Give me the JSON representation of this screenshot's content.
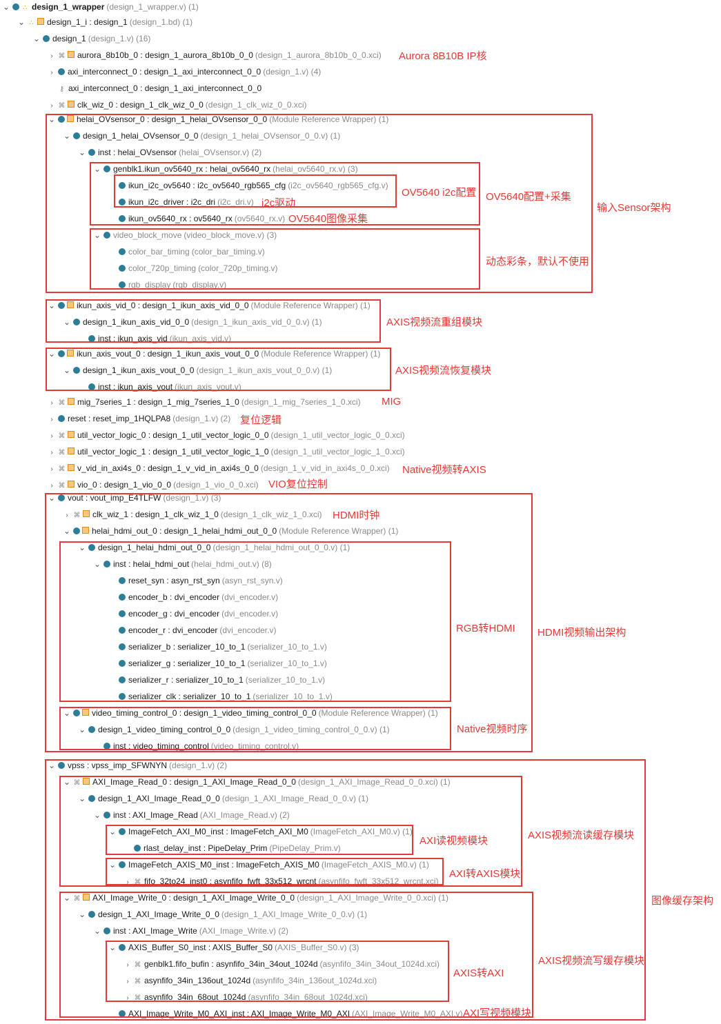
{
  "annotation_color": "#e53935",
  "icon_color": "#2e7d97",
  "rows": [
    {
      "i": 0,
      "exp": true,
      "ico": [
        "dot",
        "bd"
      ],
      "name": "design_1_wrapper",
      "src": "(design_1_wrapper.v) (1)",
      "bold": true
    },
    {
      "i": 1,
      "exp": true,
      "ico": [
        "bd",
        "sq"
      ],
      "name": "design_1_i : design_1",
      "src": "(design_1.bd) (1)"
    },
    {
      "i": 2,
      "exp": true,
      "ico": [
        "dot"
      ],
      "name": "design_1",
      "src": "(design_1.v) (16)"
    },
    {
      "i": 3,
      "exp": false,
      "ico": [
        "ip",
        "sq"
      ],
      "name": "aurora_8b10b_0 : design_1_aurora_8b10b_0_0",
      "src": "(design_1_aurora_8b10b_0_0.xci)"
    },
    {
      "i": 3,
      "exp": false,
      "ico": [
        "dot"
      ],
      "name": "axi_interconnect_0 : design_1_axi_interconnect_0_0",
      "src": "(design_1.v) (4)"
    },
    {
      "i": 3,
      "exp": null,
      "ico": [
        "key"
      ],
      "name": "axi_interconnect_0 : design_1_axi_interconnect_0_0",
      "src": ""
    },
    {
      "i": 3,
      "exp": false,
      "ico": [
        "ip",
        "sq"
      ],
      "name": "clk_wiz_0 : design_1_clk_wiz_0_0",
      "src": "(design_1_clk_wiz_0_0.xci)"
    },
    {
      "i": 3,
      "exp": true,
      "ico": [
        "dot",
        "sq"
      ],
      "name": "helai_OVsensor_0 : design_1_helai_OVsensor_0_0",
      "src": "(Module Reference Wrapper) (1)"
    },
    {
      "i": 4,
      "exp": true,
      "ico": [
        "dot"
      ],
      "name": "design_1_helai_OVsensor_0_0",
      "src": "(design_1_helai_OVsensor_0_0.v) (1)"
    },
    {
      "i": 5,
      "exp": true,
      "ico": [
        "dot"
      ],
      "name": "inst : helai_OVsensor",
      "src": "(helai_OVsensor.v) (2)"
    },
    {
      "i": 6,
      "exp": true,
      "ico": [
        "dot"
      ],
      "name": "genblk1.ikun_ov5640_rx : helai_ov5640_rx",
      "src": "(helai_ov5640_rx.v) (3)"
    },
    {
      "i": 7,
      "exp": null,
      "ico": [
        "dot"
      ],
      "name": "ikun_i2c_ov5640 : i2c_ov5640_rgb565_cfg",
      "src": "(i2c_ov5640_rgb565_cfg.v)"
    },
    {
      "i": 7,
      "exp": null,
      "ico": [
        "dot"
      ],
      "name": "ikun_i2c_driver : i2c_dri",
      "src": "(i2c_dri.v)"
    },
    {
      "i": 7,
      "exp": null,
      "ico": [
        "dot"
      ],
      "name": "ikun_ov5640_rx : ov5640_rx",
      "src": "(ov5640_rx.v)"
    },
    {
      "i": 6,
      "exp": true,
      "ico": [
        "dot"
      ],
      "name": "video_block_move",
      "src": "(video_block_move.v) (3)",
      "dim": true
    },
    {
      "i": 7,
      "exp": null,
      "ico": [
        "dot"
      ],
      "name": "color_bar_timing",
      "src": "(color_bar_timing.v)",
      "dim": true
    },
    {
      "i": 7,
      "exp": null,
      "ico": [
        "dot"
      ],
      "name": "color_720p_timing",
      "src": "(color_720p_timing.v)",
      "dim": true
    },
    {
      "i": 7,
      "exp": null,
      "ico": [
        "dot"
      ],
      "name": "rgb_display",
      "src": "(rgb_display.v)",
      "dim": true
    },
    {
      "i": 3,
      "exp": true,
      "ico": [
        "dot",
        "sq"
      ],
      "name": "ikun_axis_vid_0 : design_1_ikun_axis_vid_0_0",
      "src": "(Module Reference Wrapper) (1)"
    },
    {
      "i": 4,
      "exp": true,
      "ico": [
        "dot"
      ],
      "name": "design_1_ikun_axis_vid_0_0",
      "src": "(design_1_ikun_axis_vid_0_0.v) (1)"
    },
    {
      "i": 5,
      "exp": null,
      "ico": [
        "dot"
      ],
      "name": "inst : ikun_axis_vid",
      "src": "(ikun_axis_vid.v)"
    },
    {
      "i": 3,
      "exp": true,
      "ico": [
        "dot",
        "sq"
      ],
      "name": "ikun_axis_vout_0 : design_1_ikun_axis_vout_0_0",
      "src": "(Module Reference Wrapper) (1)"
    },
    {
      "i": 4,
      "exp": true,
      "ico": [
        "dot"
      ],
      "name": "design_1_ikun_axis_vout_0_0",
      "src": "(design_1_ikun_axis_vout_0_0.v) (1)"
    },
    {
      "i": 5,
      "exp": null,
      "ico": [
        "dot"
      ],
      "name": "inst : ikun_axis_vout",
      "src": "(ikun_axis_vout.v)"
    },
    {
      "i": 3,
      "exp": false,
      "ico": [
        "ip",
        "sq"
      ],
      "name": "mig_7series_1 : design_1_mig_7series_1_0",
      "src": "(design_1_mig_7series_1_0.xci)"
    },
    {
      "i": 3,
      "exp": false,
      "ico": [
        "dot"
      ],
      "name": "reset : reset_imp_1HQLPA8",
      "src": "(design_1.v) (2)"
    },
    {
      "i": 3,
      "exp": false,
      "ico": [
        "ip",
        "sq"
      ],
      "name": "util_vector_logic_0 : design_1_util_vector_logic_0_0",
      "src": "(design_1_util_vector_logic_0_0.xci)"
    },
    {
      "i": 3,
      "exp": false,
      "ico": [
        "ip",
        "sq"
      ],
      "name": "util_vector_logic_1 : design_1_util_vector_logic_1_0",
      "src": "(design_1_util_vector_logic_1_0.xci)"
    },
    {
      "i": 3,
      "exp": false,
      "ico": [
        "ip",
        "sq"
      ],
      "name": "v_vid_in_axi4s_0 : design_1_v_vid_in_axi4s_0_0",
      "src": "(design_1_v_vid_in_axi4s_0_0.xci)"
    },
    {
      "i": 3,
      "exp": false,
      "ico": [
        "ip",
        "sq"
      ],
      "name": "vio_0 : design_1_vio_0_0",
      "src": "(design_1_vio_0_0.xci)"
    },
    {
      "i": 3,
      "exp": true,
      "ico": [
        "dot"
      ],
      "name": "vout : vout_imp_E4TLFW",
      "src": "(design_1.v) (3)"
    },
    {
      "i": 4,
      "exp": false,
      "ico": [
        "ip",
        "sq"
      ],
      "name": "clk_wiz_1 : design_1_clk_wiz_1_0",
      "src": "(design_1_clk_wiz_1_0.xci)"
    },
    {
      "i": 4,
      "exp": true,
      "ico": [
        "dot",
        "sq"
      ],
      "name": "helai_hdmi_out_0 : design_1_helai_hdmi_out_0_0",
      "src": "(Module Reference Wrapper) (1)"
    },
    {
      "i": 5,
      "exp": true,
      "ico": [
        "dot"
      ],
      "name": "design_1_helai_hdmi_out_0_0",
      "src": "(design_1_helai_hdmi_out_0_0.v) (1)"
    },
    {
      "i": 6,
      "exp": true,
      "ico": [
        "dot"
      ],
      "name": "inst : helai_hdmi_out",
      "src": "(helai_hdmi_out.v) (8)"
    },
    {
      "i": 7,
      "exp": null,
      "ico": [
        "dot"
      ],
      "name": "reset_syn : asyn_rst_syn",
      "src": "(asyn_rst_syn.v)"
    },
    {
      "i": 7,
      "exp": null,
      "ico": [
        "dot"
      ],
      "name": "encoder_b : dvi_encoder",
      "src": "(dvi_encoder.v)"
    },
    {
      "i": 7,
      "exp": null,
      "ico": [
        "dot"
      ],
      "name": "encoder_g : dvi_encoder",
      "src": "(dvi_encoder.v)"
    },
    {
      "i": 7,
      "exp": null,
      "ico": [
        "dot"
      ],
      "name": "encoder_r : dvi_encoder",
      "src": "(dvi_encoder.v)"
    },
    {
      "i": 7,
      "exp": null,
      "ico": [
        "dot"
      ],
      "name": "serializer_b : serializer_10_to_1",
      "src": "(serializer_10_to_1.v)"
    },
    {
      "i": 7,
      "exp": null,
      "ico": [
        "dot"
      ],
      "name": "serializer_g : serializer_10_to_1",
      "src": "(serializer_10_to_1.v)"
    },
    {
      "i": 7,
      "exp": null,
      "ico": [
        "dot"
      ],
      "name": "serializer_r : serializer_10_to_1",
      "src": "(serializer_10_to_1.v)"
    },
    {
      "i": 7,
      "exp": null,
      "ico": [
        "dot"
      ],
      "name": "serializer_clk : serializer_10_to_1",
      "src": "(serializer_10_to_1.v)"
    },
    {
      "i": 4,
      "exp": true,
      "ico": [
        "dot",
        "sq"
      ],
      "name": "video_timing_control_0 : design_1_video_timing_control_0_0",
      "src": "(Module Reference Wrapper) (1)"
    },
    {
      "i": 5,
      "exp": true,
      "ico": [
        "dot"
      ],
      "name": "design_1_video_timing_control_0_0",
      "src": "(design_1_video_timing_control_0_0.v) (1)"
    },
    {
      "i": 6,
      "exp": null,
      "ico": [
        "dot"
      ],
      "name": "inst : video_timing_control",
      "src": "(video_timing_control.v)"
    },
    {
      "i": 3,
      "exp": true,
      "ico": [
        "dot"
      ],
      "name": "vpss : vpss_imp_SFWNYN",
      "src": "(design_1.v) (2)"
    },
    {
      "i": 4,
      "exp": true,
      "ico": [
        "ip",
        "sq"
      ],
      "name": "AXI_Image_Read_0 : design_1_AXI_Image_Read_0_0",
      "src": "(design_1_AXI_Image_Read_0_0.xci) (1)"
    },
    {
      "i": 5,
      "exp": true,
      "ico": [
        "dot"
      ],
      "name": "design_1_AXI_Image_Read_0_0",
      "src": "(design_1_AXI_Image_Read_0_0.v) (1)"
    },
    {
      "i": 6,
      "exp": true,
      "ico": [
        "dot"
      ],
      "name": "inst : AXI_Image_Read",
      "src": "(AXI_Image_Read.v) (2)"
    },
    {
      "i": 7,
      "exp": true,
      "ico": [
        "dot"
      ],
      "name": "ImageFetch_AXI_M0_inst : ImageFetch_AXI_M0",
      "src": "(ImageFetch_AXI_M0.v) (1)"
    },
    {
      "i": 8,
      "exp": null,
      "ico": [
        "dot"
      ],
      "name": "rlast_delay_inst : PipeDelay_Prim",
      "src": "(PipeDelay_Prim.v)"
    },
    {
      "i": 7,
      "exp": true,
      "ico": [
        "dot"
      ],
      "name": "ImageFetch_AXIS_M0_inst : ImageFetch_AXIS_M0",
      "src": "(ImageFetch_AXIS_M0.v) (1)"
    },
    {
      "i": 8,
      "exp": false,
      "ico": [
        "ip"
      ],
      "name": "fifo_32to24_inst0 : asynfifo_fwft_33x512_wrcnt",
      "src": "(asynfifo_fwft_33x512_wrcnt.xci)"
    },
    {
      "i": 4,
      "exp": true,
      "ico": [
        "ip",
        "sq"
      ],
      "name": "AXI_Image_Write_0 : design_1_AXI_Image_Write_0_0",
      "src": "(design_1_AXI_Image_Write_0_0.xci) (1)"
    },
    {
      "i": 5,
      "exp": true,
      "ico": [
        "dot"
      ],
      "name": "design_1_AXI_Image_Write_0_0",
      "src": "(design_1_AXI_Image_Write_0_0.v) (1)"
    },
    {
      "i": 6,
      "exp": true,
      "ico": [
        "dot"
      ],
      "name": "inst : AXI_Image_Write",
      "src": "(AXI_Image_Write.v) (2)"
    },
    {
      "i": 7,
      "exp": true,
      "ico": [
        "dot"
      ],
      "name": "AXIS_Buffer_S0_inst : AXIS_Buffer_S0",
      "src": "(AXIS_Buffer_S0.v) (3)"
    },
    {
      "i": 8,
      "exp": false,
      "ico": [
        "ip"
      ],
      "name": "genblk1.fifo_bufin : asynfifo_34in_34out_1024d",
      "src": "(asynfifo_34in_34out_1024d.xci)"
    },
    {
      "i": 8,
      "exp": false,
      "ico": [
        "ip"
      ],
      "name": "asynfifo_34in_136out_1024d",
      "src": "(asynfifo_34in_136out_1024d.xci)"
    },
    {
      "i": 8,
      "exp": false,
      "ico": [
        "ip"
      ],
      "name": "asynfifo_34in_68out_1024d",
      "src": "(asynfifo_34in_68out_1024d.xci)"
    },
    {
      "i": 7,
      "exp": null,
      "ico": [
        "dot"
      ],
      "name": "AXI_Image_Write_M0_AXI_inst : AXI_Image_Write_M0_AXI",
      "src": "(AXI_Image_Write_M0_AXI.v)"
    }
  ],
  "labels": {
    "aurora": "Aurora 8B10B IP核",
    "ov_i2c_cfg": "OV5640 i2c配置",
    "ov_cfg_capture": "OV5640配置+采集",
    "input_sensor": "输入Sensor架构",
    "i2c_driver": "i2c驱动",
    "ov_capture": "OV5640图像采集",
    "color_bar": "动态彩条，默认不使用",
    "axis_regroup": "AXIS视频流重组模块",
    "axis_restore": "AXIS视频流恢复模块",
    "mig": "MIG",
    "reset": "复位逻辑",
    "native_axis": "Native视频转AXIS",
    "vio": "VIO复位控制",
    "hdmi_clk": "HDMI时钟",
    "rgb_hdmi": "RGB转HDMI",
    "hdmi_out": "HDMI视频输出架构",
    "native_timing": "Native视频时序",
    "axi_read_video": "AXI读视频模块",
    "axis_read_buf": "AXIS视频流读缓存模块",
    "axi_to_axis": "AXI转AXIS模块",
    "image_buffer": "图像缓存架构",
    "axis_write_buf": "AXIS视频流写缓存模块",
    "axis_to_axi": "AXIS转AXI",
    "axi_write_video": "AXI写视频模块"
  }
}
